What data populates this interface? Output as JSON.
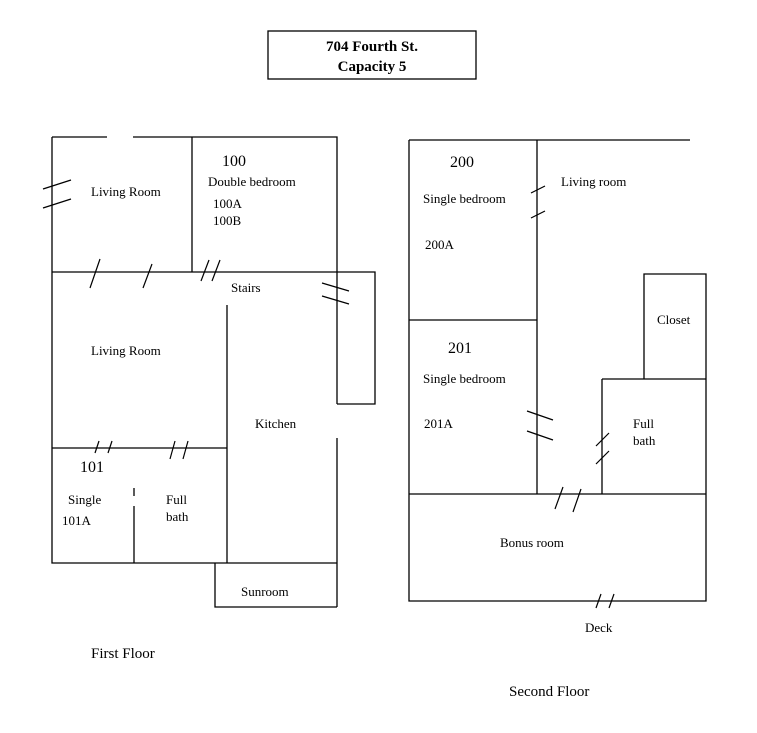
{
  "header": {
    "line1": "704 Fourth St.",
    "line2": "Capacity 5"
  },
  "first_floor": {
    "caption": "First Floor",
    "living_room_top": "Living Room",
    "room_100_number": "100",
    "room_100_type": "Double bedroom",
    "room_100_bed_a": "100A",
    "room_100_bed_b": "100B",
    "stairs": "Stairs",
    "living_room_main": "Living Room",
    "kitchen": "Kitchen",
    "room_101_number": "101",
    "room_101_type": "Single",
    "room_101_bed": "101A",
    "full_bath_line1": "Full",
    "full_bath_line2": "bath",
    "sunroom": "Sunroom"
  },
  "second_floor": {
    "caption": "Second Floor",
    "room_200_number": "200",
    "room_200_type": "Single bedroom",
    "room_200_bed": "200A",
    "living_room": "Living room",
    "closet": "Closet",
    "room_201_number": "201",
    "room_201_type": "Single bedroom",
    "room_201_bed": "201A",
    "full_bath_line1": "Full",
    "full_bath_line2": "bath",
    "bonus_room": "Bonus room",
    "deck": "Deck"
  }
}
